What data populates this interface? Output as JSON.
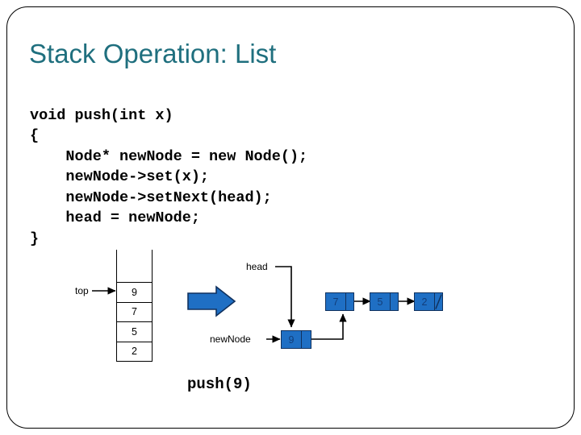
{
  "slide": {
    "title": "Stack Operation: List",
    "title_color": "#1F6F7E",
    "frame_color": "#000000",
    "background": "#ffffff"
  },
  "code": {
    "language": "cpp",
    "text": "void push(int x)\n{\n    Node* newNode = new Node();\n    newNode->set(x);\n    newNode->setNext(head);\n    head = newNode;\n}"
  },
  "diagram": {
    "caption": "push(9)",
    "accent_color": "#1F6FC4",
    "accent_outline": "#10315E",
    "stack": {
      "pointer_label": "top",
      "has_empty_top_slot": true,
      "cells": [
        "9",
        "7",
        "5",
        "2"
      ]
    },
    "transition_arrow": {
      "icon": "block-arrow-right-icon",
      "fill": "#1F6FC4",
      "stroke": "#10315E"
    },
    "list": {
      "head_label": "head",
      "new_node_label": "newNode",
      "new_node_value": "9",
      "nodes": [
        {
          "value": "7",
          "next": "link"
        },
        {
          "value": "5",
          "next": "link"
        },
        {
          "value": "2",
          "next": "null"
        }
      ]
    }
  }
}
